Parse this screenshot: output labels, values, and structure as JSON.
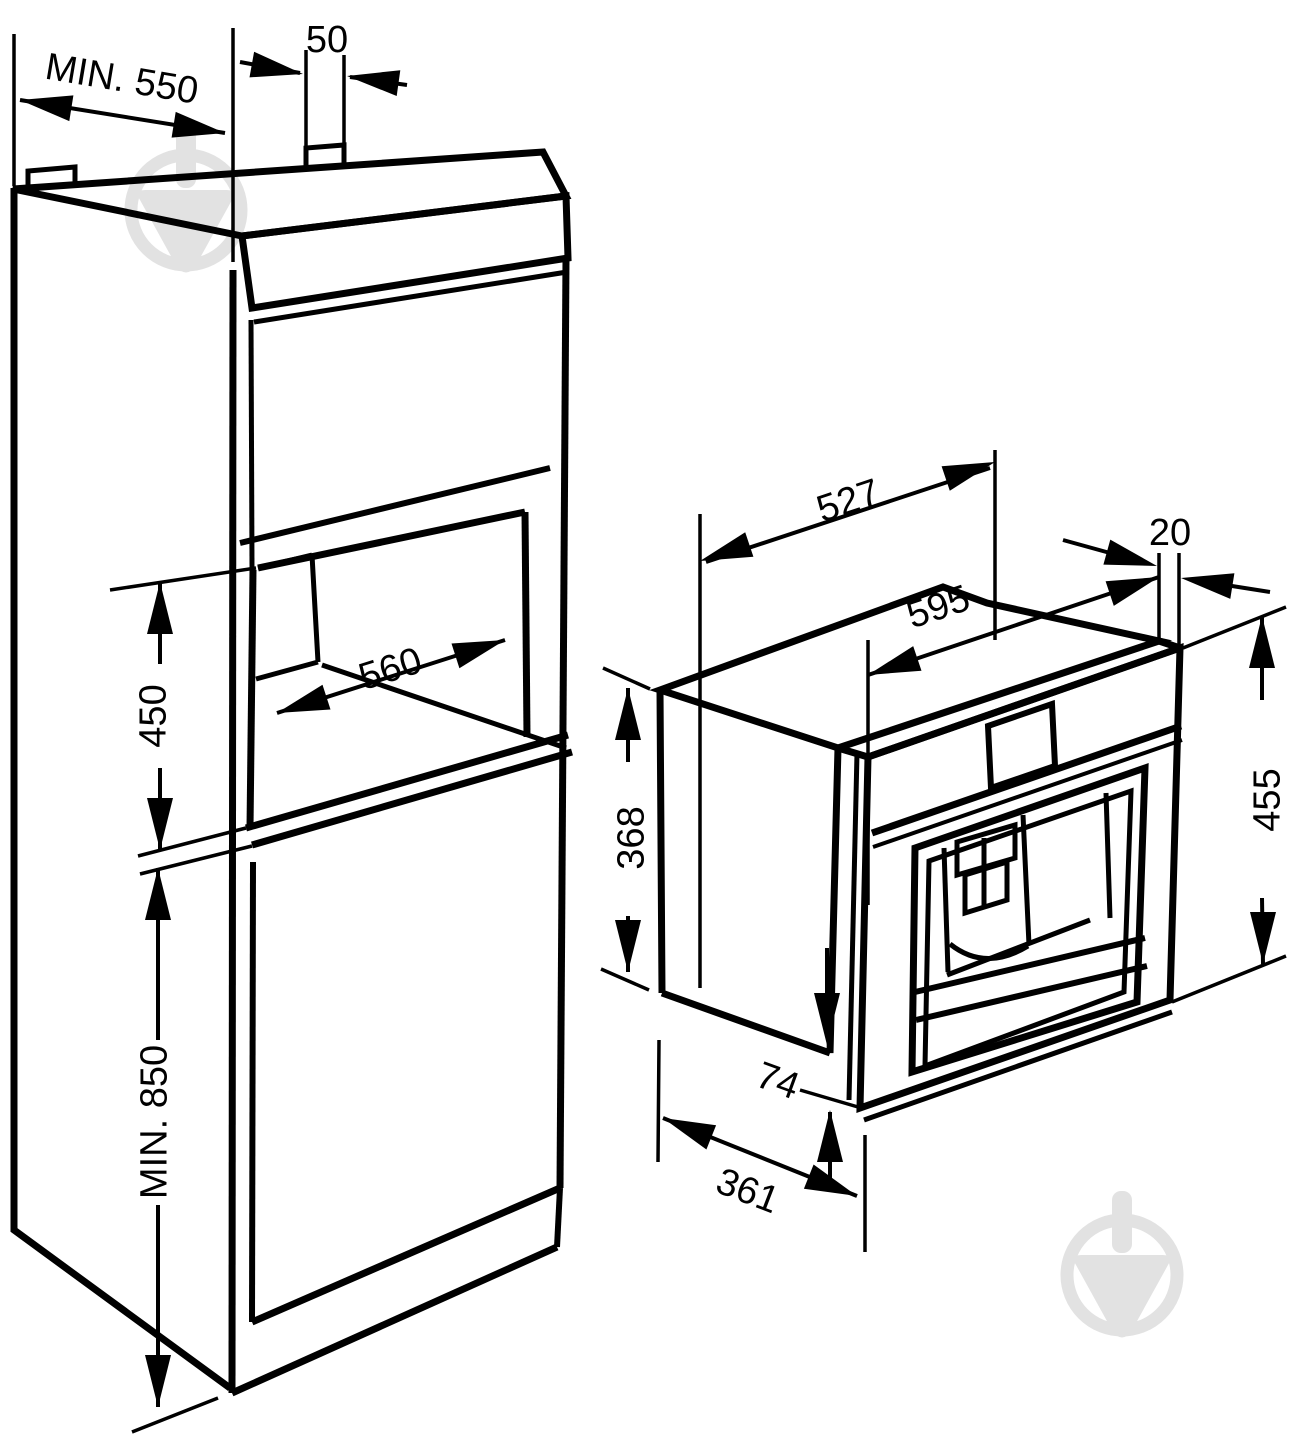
{
  "diagram": {
    "title_hint": "built-in coffee machine installation dimensions",
    "colors": {
      "line": "#000000",
      "background": "#ffffff",
      "watermark": "#e2e2e2"
    },
    "cabinet": {
      "min_depth": "MIN. 550",
      "top_gap": "50",
      "niche_width": "560",
      "niche_height": "450",
      "min_floor_clearance": "MIN. 850"
    },
    "machine": {
      "body_depth": "527",
      "fascia_overhang": "20",
      "fascia_width": "595",
      "body_height": "368",
      "fascia_height": "455",
      "bottom_clearance": "74",
      "lower_depth": "361"
    }
  }
}
